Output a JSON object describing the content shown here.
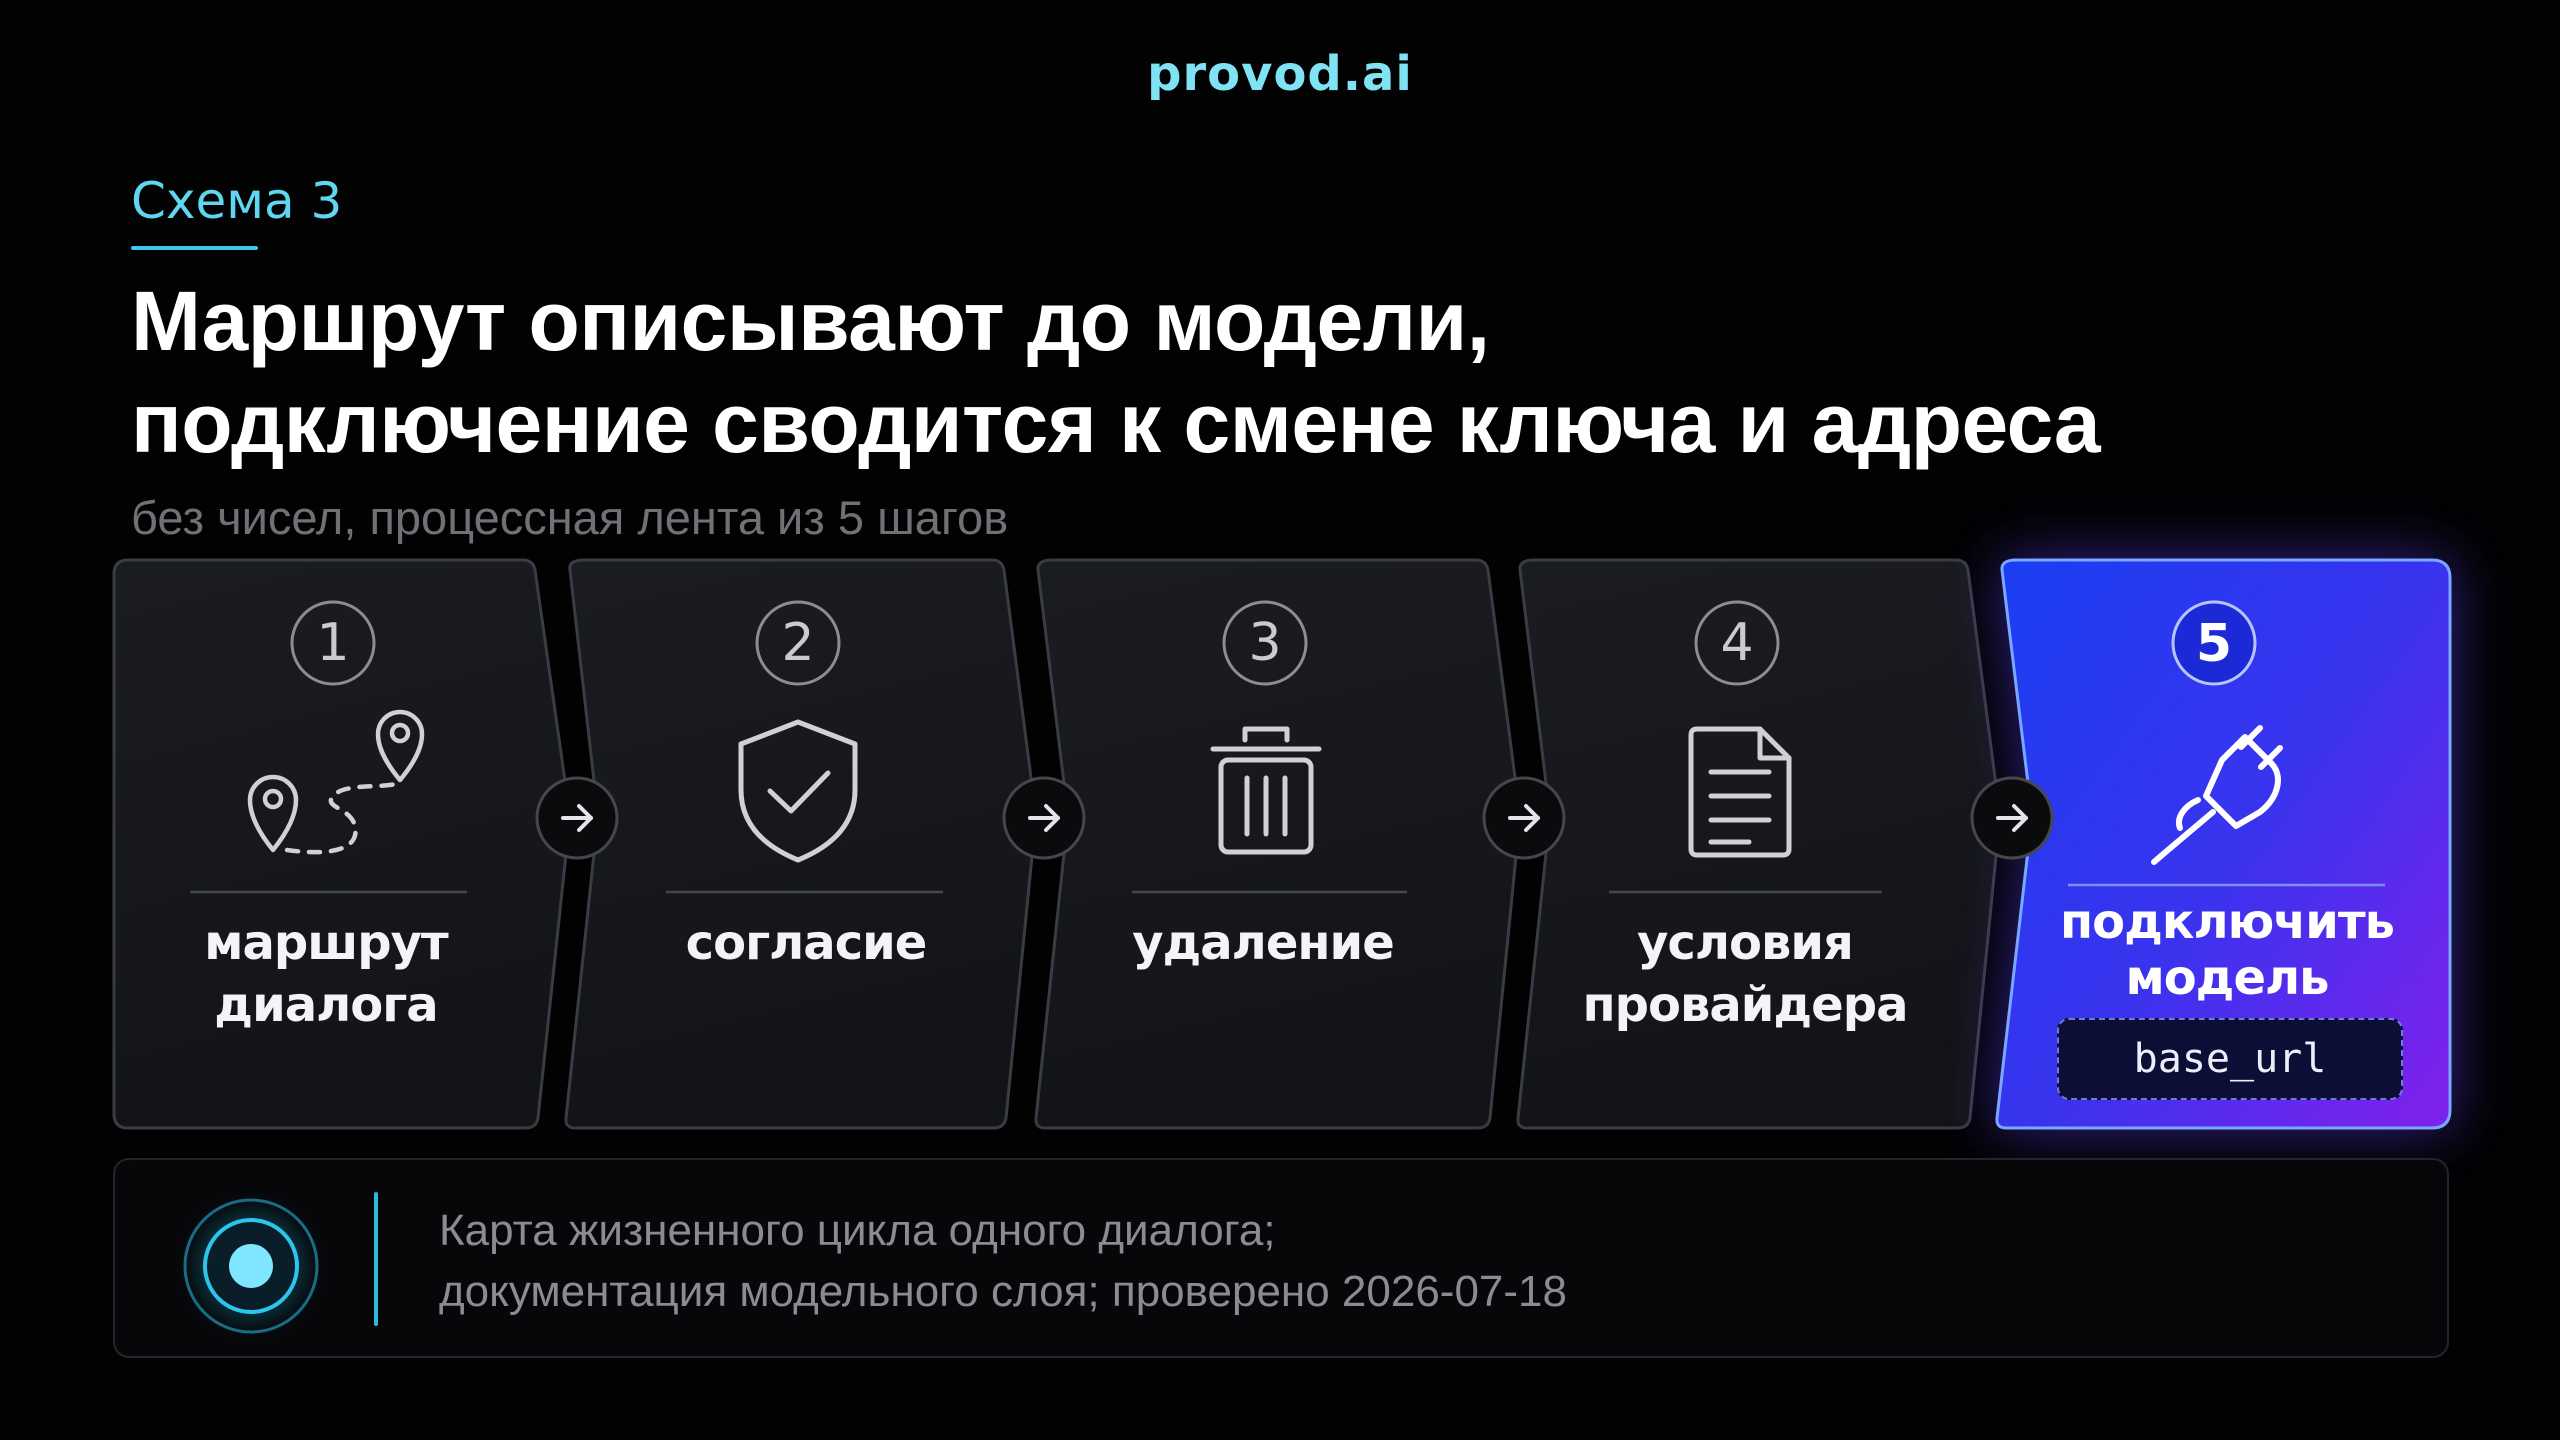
{
  "brand": "provod.ai",
  "kicker": "Схема 3",
  "title": {
    "line1": "Маршрут описывают до модели,",
    "line2": "подключение сводится к смене ключа и адреса"
  },
  "subtitle": "без чисел, процессная лента из 5 шагов",
  "steps": [
    {
      "number": "1",
      "icon": "route-pins-icon",
      "label_lines": [
        "маршрут",
        "диалога"
      ]
    },
    {
      "number": "2",
      "icon": "shield-check-icon",
      "label_lines": [
        "согласие"
      ]
    },
    {
      "number": "3",
      "icon": "trash-icon",
      "label_lines": [
        "удаление"
      ]
    },
    {
      "number": "4",
      "icon": "document-icon",
      "label_lines": [
        "условия",
        "провайдера"
      ]
    },
    {
      "number": "5",
      "icon": "plug-icon",
      "label_lines": [
        "подключить",
        "модель"
      ],
      "code": "base_url",
      "highlighted": true
    }
  ],
  "connector_icon": "arrow-right-icon",
  "footer": {
    "icon": "target-dot-icon",
    "line1": "Карта жизненного цикла одного диалога;",
    "line2": "документация модельного слоя; проверено 2026-07-18"
  },
  "colors": {
    "background": "#020203",
    "brand": "#7fe3f4",
    "accent": "#3fc6ea",
    "card": "#17181c",
    "active_card_start": "#1f43ec",
    "active_card_end": "#7b2ef0"
  }
}
